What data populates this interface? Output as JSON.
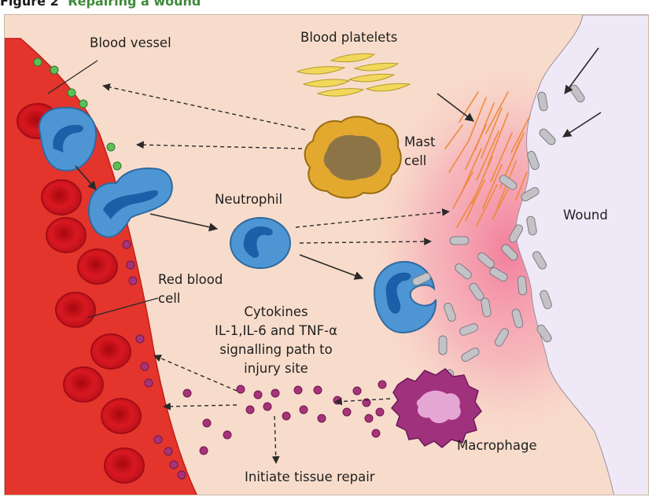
{
  "figure": {
    "number": "Figure 2",
    "title": "Repairing a wound"
  },
  "labels": {
    "blood_vessel": "Blood vessel",
    "blood_platelets": "Blood platelets",
    "mast_cell_line1": "Mast",
    "mast_cell_line2": "cell",
    "neutrophil": "Neutrophil",
    "wound": "Wound",
    "red_blood_cell_line1": "Red blood",
    "red_blood_cell_line2": "cell",
    "cytokines_line1": "Cytokines",
    "cytokines_line2": "IL-1,IL-6 and TNF-α",
    "cytokines_line3": "signalling path to",
    "cytokines_line4": "injury site",
    "macrophage": "Macrophage",
    "initiate_repair": "Initiate tissue repair"
  },
  "colors": {
    "background": "#f8dccb",
    "vessel": "#e3352c",
    "vessel_edge": "#bf1f1a",
    "red_cell": "#d2141c",
    "white_cell": "#4d96d3",
    "white_cell_nucleus": "#1b5fa8",
    "mast_cell": "#e3a82e",
    "mast_nucleus": "#8d7446",
    "platelet": "#f1d85b",
    "cytokine": "#a8337a",
    "macrophage": "#a0327d",
    "macrophage_nucleus": "#e6a6d4",
    "wound_area": "#efe8f6",
    "bacteria": "#c3c3c7",
    "fibrin": "#ee8a3c"
  }
}
